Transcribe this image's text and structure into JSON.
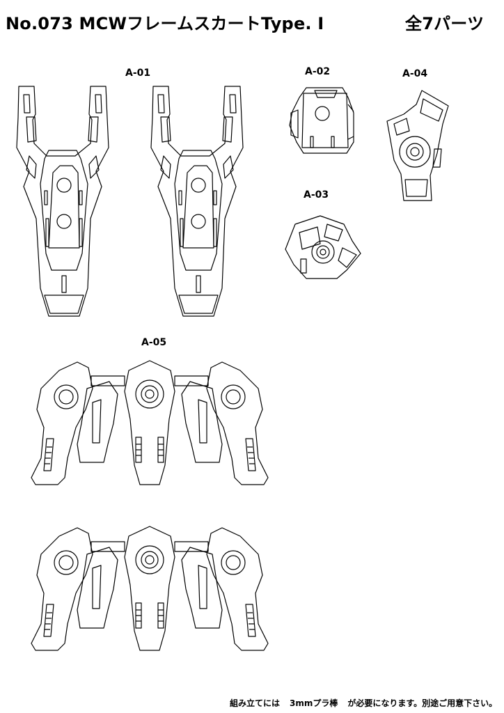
{
  "title": "No.073 MCWフレームスカートType. I",
  "parts_count": "全7パーツ",
  "labels": {
    "a01": "A-01",
    "a02": "A-02",
    "a03": "A-03",
    "a04": "A-04",
    "a05": "A-05"
  },
  "footer": {
    "part1": "組み立てには",
    "part2": "3mmプラ棒",
    "part3": "が必要になります。別途ご用意下さい。"
  }
}
